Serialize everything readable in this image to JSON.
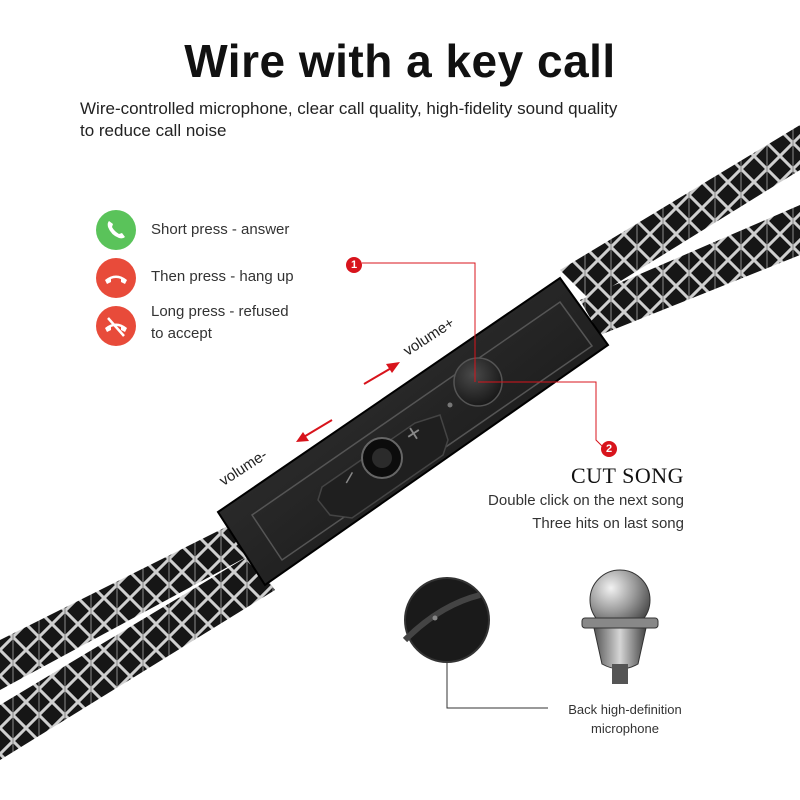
{
  "header": {
    "title": "Wire with a key call",
    "subtitle_line1": "Wire-controlled microphone, clear call quality, high-fidelity sound quality",
    "subtitle_line2": "to reduce call noise"
  },
  "functions": [
    {
      "icon": "phone-answer-icon",
      "color": "#5ac35a",
      "label": "Short press - answer"
    },
    {
      "icon": "phone-hangup-icon",
      "color": "#e84b3a",
      "label": "Then press - hang up"
    },
    {
      "icon": "phone-refuse-icon",
      "color": "#e84b3a",
      "label_line1": "Long press - refused",
      "label_line2": "to accept"
    }
  ],
  "remote": {
    "volume_up": "volume+",
    "volume_down": "volume-",
    "plus_symbol": "+",
    "minus_symbol": "–"
  },
  "callouts": {
    "one": "1",
    "two": "2"
  },
  "cut_song": {
    "title": "CUT SONG",
    "line1": "Double click on the next song",
    "line2": "Three hits on last song"
  },
  "microphone": {
    "label_line1": "Back high-definition",
    "label_line2": "microphone"
  },
  "colors": {
    "accent_red": "#d8141c",
    "answer_green": "#5ac35a",
    "hangup_red": "#e84b3a"
  }
}
